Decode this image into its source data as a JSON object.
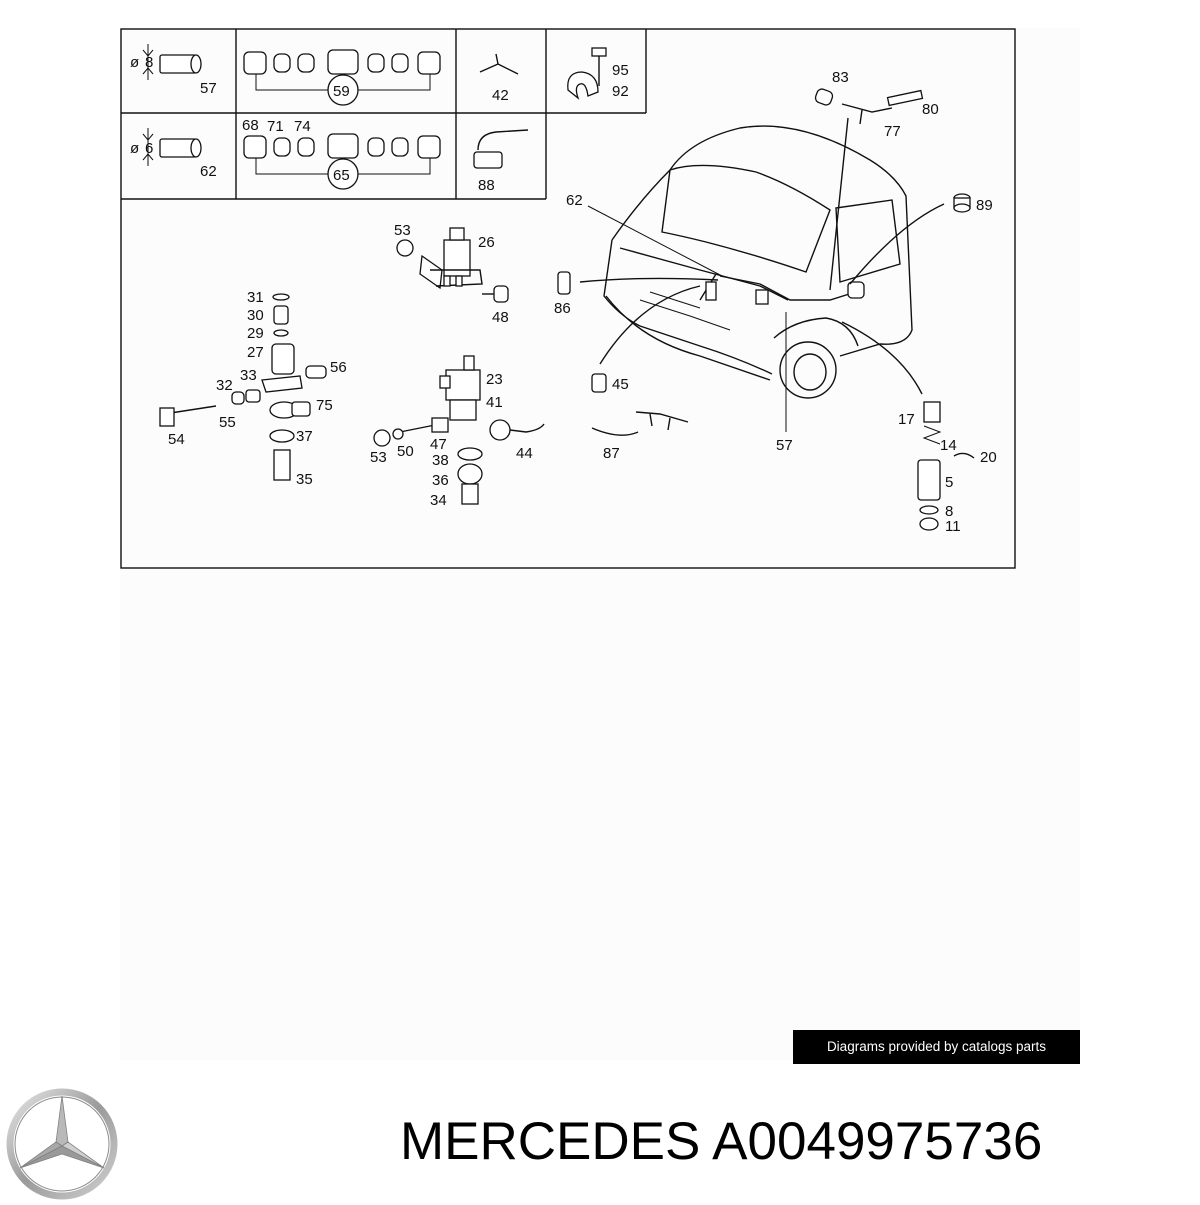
{
  "diagram": {
    "callouts": [
      "8",
      "57",
      "59",
      "42",
      "95",
      "92",
      "6",
      "62",
      "68",
      "71",
      "74",
      "65",
      "88",
      "83",
      "80",
      "77",
      "62",
      "89",
      "53",
      "26",
      "86",
      "48",
      "31",
      "30",
      "29",
      "27",
      "56",
      "33",
      "32",
      "75",
      "55",
      "54",
      "37",
      "35",
      "45",
      "23",
      "41",
      "47",
      "53",
      "50",
      "44",
      "38",
      "36",
      "34",
      "87",
      "57",
      "17",
      "14",
      "20",
      "5",
      "8",
      "11"
    ],
    "diameter_symbol": "ø"
  },
  "footer": {
    "credit": "Diagrams provided by catalogs parts"
  },
  "product": {
    "title": "MERCEDES A0049975736",
    "logo": "mercedes-star-logo"
  },
  "colors": {
    "ink": "#111111",
    "footer_bg": "#000000",
    "footer_text": "#ffffff"
  }
}
